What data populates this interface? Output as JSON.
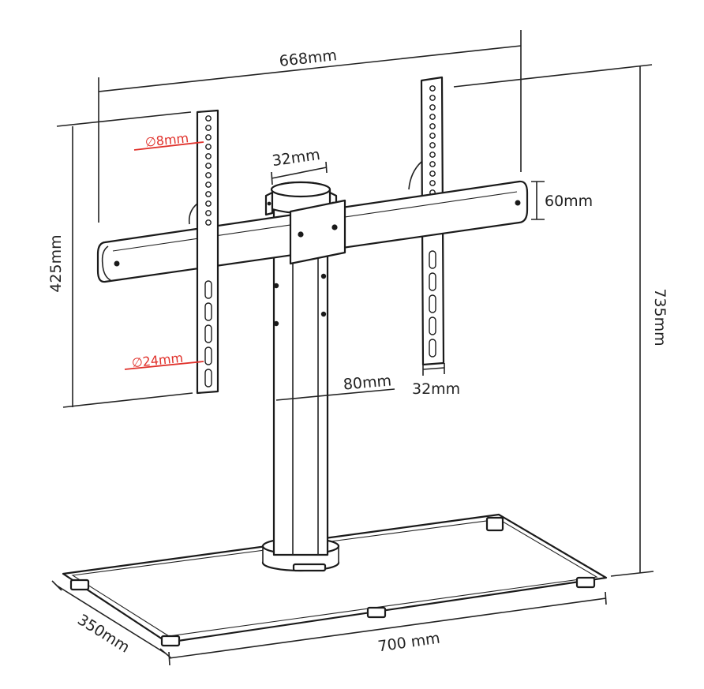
{
  "dimensions": {
    "total_width": "668mm",
    "bracket_height": "425mm",
    "total_height": "735mm",
    "tube_height": "60mm",
    "clamp_width": "32mm",
    "plate_width": "32mm",
    "pole_width": "80mm",
    "base_depth": "350mm",
    "base_width": "700 mm"
  },
  "holes": {
    "small": "∅8mm",
    "large": "∅24mm"
  },
  "colors": {
    "line": "#1a1a1a",
    "accent": "#e0302a"
  }
}
